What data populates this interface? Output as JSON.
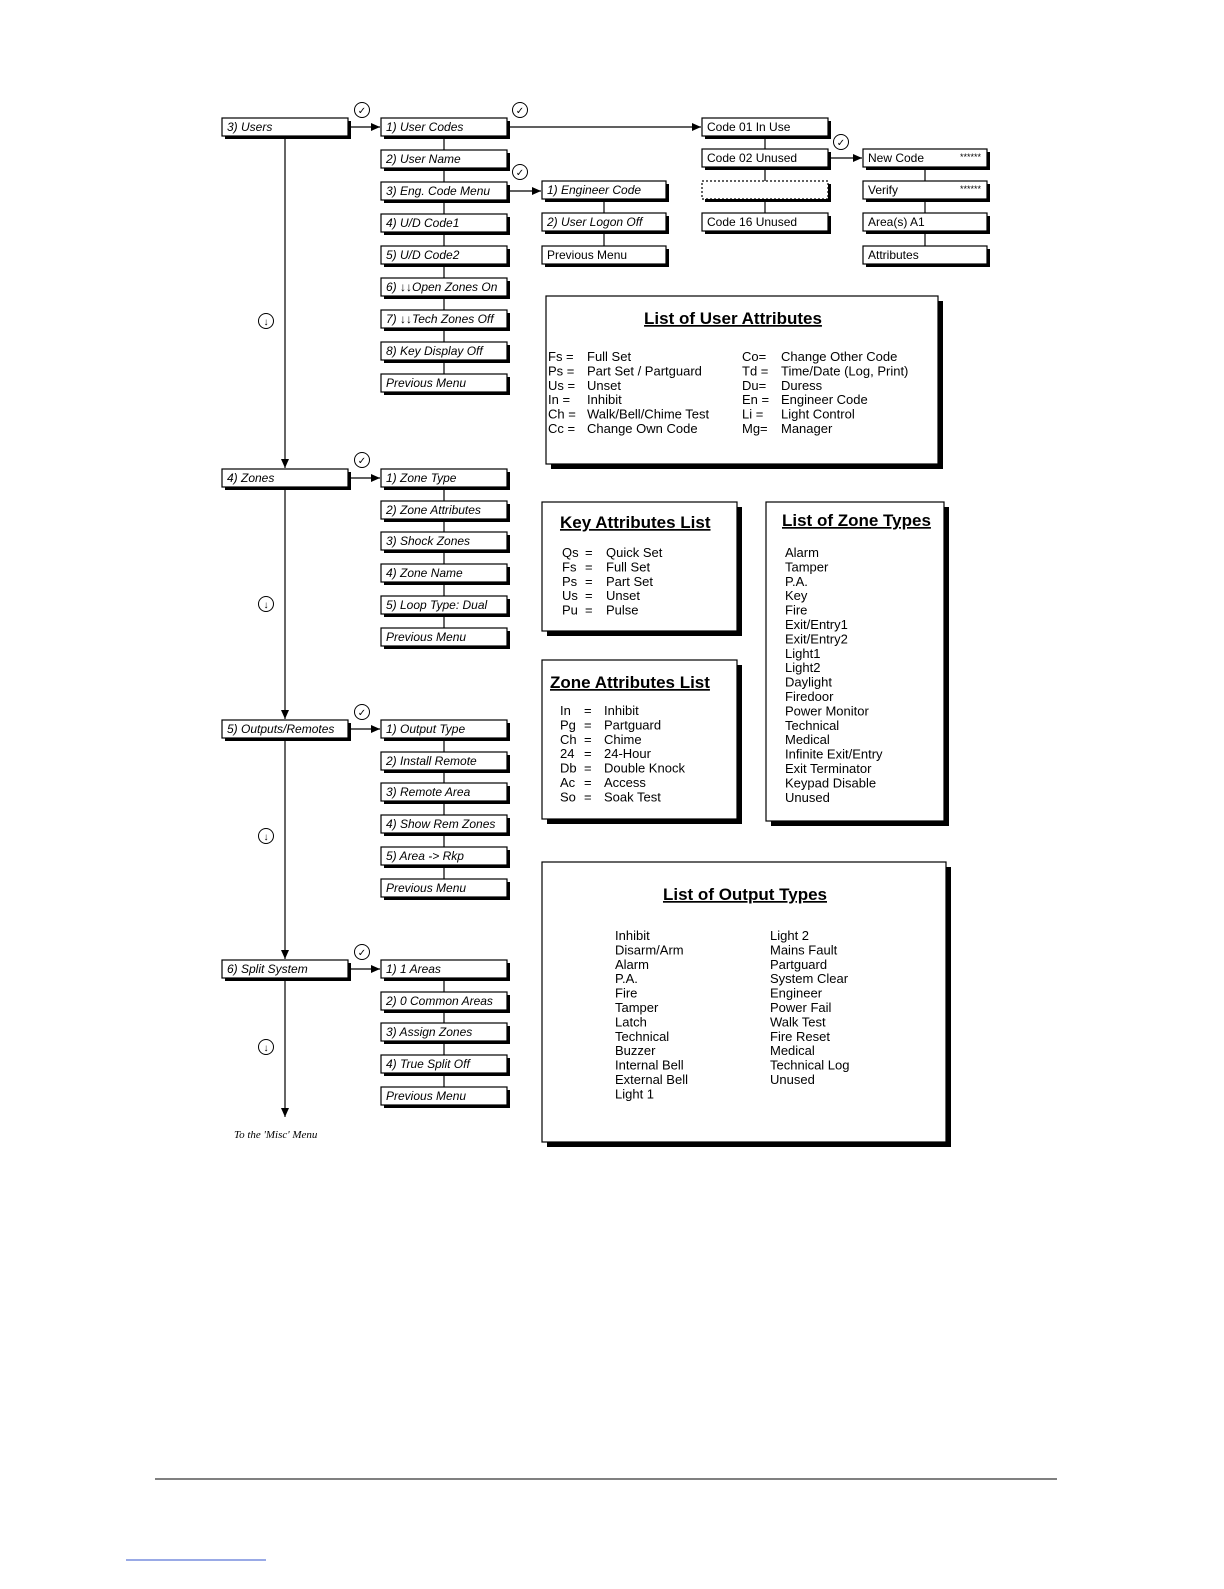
{
  "menu": {
    "users": {
      "label": "3) Users",
      "items": [
        "1) User Codes",
        "2) User Name",
        "3) Eng. Code Menu",
        "4) U/D Code1",
        "5) U/D Code2",
        "6) ↓↓Open Zones On",
        "7) ↓↓Tech Zones Off",
        "8) Key Display Off",
        "Previous Menu"
      ],
      "eng_code_menu": [
        "1) Engineer Code",
        "2) User Logon Off",
        "Previous Menu"
      ],
      "codes": [
        "Code 01 In Use",
        "Code 02 Unused",
        "",
        "Code 16 Unused"
      ],
      "new_code": [
        {
          "label": "New Code",
          "mask": "******"
        },
        {
          "label": "Verify",
          "mask": "******"
        },
        {
          "label": "Area(s) A1",
          "mask": ""
        },
        {
          "label": "Attributes",
          "mask": ""
        }
      ]
    },
    "zones": {
      "label": "4) Zones",
      "items": [
        "1) Zone Type",
        "2) Zone Attributes",
        "3) Shock Zones",
        "4) Zone Name",
        "5) Loop Type: Dual",
        "Previous Menu"
      ]
    },
    "outputs": {
      "label": "5) Outputs/Remotes",
      "items": [
        "1) Output Type",
        "2) Install Remote",
        "3) Remote Area",
        "4) Show Rem Zones",
        "5) Area -> Rkp",
        "Previous Menu"
      ]
    },
    "split": {
      "label": "6) Split System",
      "items": [
        "1) 1 Areas",
        "2) 0 Common Areas",
        "3) Assign Zones",
        "4) True Split Off",
        "Previous Menu"
      ]
    },
    "footer_note": "To the 'Misc' Menu",
    "check_icon": "✓",
    "down_icon": "↓"
  },
  "panels": {
    "user_attributes": {
      "title": "List of User Attributes",
      "left": [
        [
          "Fs =",
          "Full Set"
        ],
        [
          "Ps =",
          "Part Set / Partguard"
        ],
        [
          "Us =",
          "Unset"
        ],
        [
          "In =",
          "Inhibit"
        ],
        [
          "Ch =",
          "Walk/Bell/Chime Test"
        ],
        [
          "Cc =",
          "Change Own Code"
        ]
      ],
      "right": [
        [
          "Co=",
          "Change Other Code"
        ],
        [
          "Td =",
          "Time/Date (Log, Print)"
        ],
        [
          "Du=",
          "Duress"
        ],
        [
          "En =",
          "Engineer Code"
        ],
        [
          "Li =",
          "Light Control"
        ],
        [
          "Mg=",
          "Manager"
        ]
      ]
    },
    "key_attributes": {
      "title": "Key Attributes List",
      "rows": [
        [
          "Qs",
          "=",
          "Quick Set"
        ],
        [
          "Fs",
          "=",
          "Full Set"
        ],
        [
          "Ps",
          "=",
          "Part Set"
        ],
        [
          "Us",
          "=",
          "Unset"
        ],
        [
          "Pu",
          "=",
          "Pulse"
        ]
      ]
    },
    "zone_types": {
      "title": "List of Zone Types",
      "rows": [
        "Alarm",
        "Tamper",
        "P.A.",
        "Key",
        "Fire",
        "Exit/Entry1",
        "Exit/Entry2",
        "Light1",
        "Light2",
        "Daylight",
        "Firedoor",
        "Power Monitor",
        "Technical",
        "Medical",
        "Infinite Exit/Entry",
        "Exit Terminator",
        "Keypad Disable",
        "Unused"
      ]
    },
    "zone_attributes": {
      "title": "Zone Attributes List",
      "rows": [
        [
          "In",
          "=",
          "Inhibit"
        ],
        [
          "Pg",
          "=",
          "Partguard"
        ],
        [
          "Ch",
          "=",
          "Chime"
        ],
        [
          "24",
          "=",
          "24-Hour"
        ],
        [
          "Db",
          "=",
          "Double Knock"
        ],
        [
          "Ac",
          "=",
          "Access"
        ],
        [
          "So",
          "=",
          "Soak Test"
        ]
      ]
    },
    "output_types": {
      "title": "List of Output Types",
      "left": [
        "Inhibit",
        "Disarm/Arm",
        "Alarm",
        "P.A.",
        "Fire",
        "Tamper",
        "Latch",
        "Technical",
        "Buzzer",
        "Internal Bell",
        "External Bell",
        "Light 1"
      ],
      "right": [
        "Light 2",
        "Mains Fault",
        "Partguard",
        "System Clear",
        "Engineer",
        "Power Fail",
        "Walk Test",
        "Fire Reset",
        "Medical",
        "Technical Log",
        "Unused"
      ]
    }
  }
}
